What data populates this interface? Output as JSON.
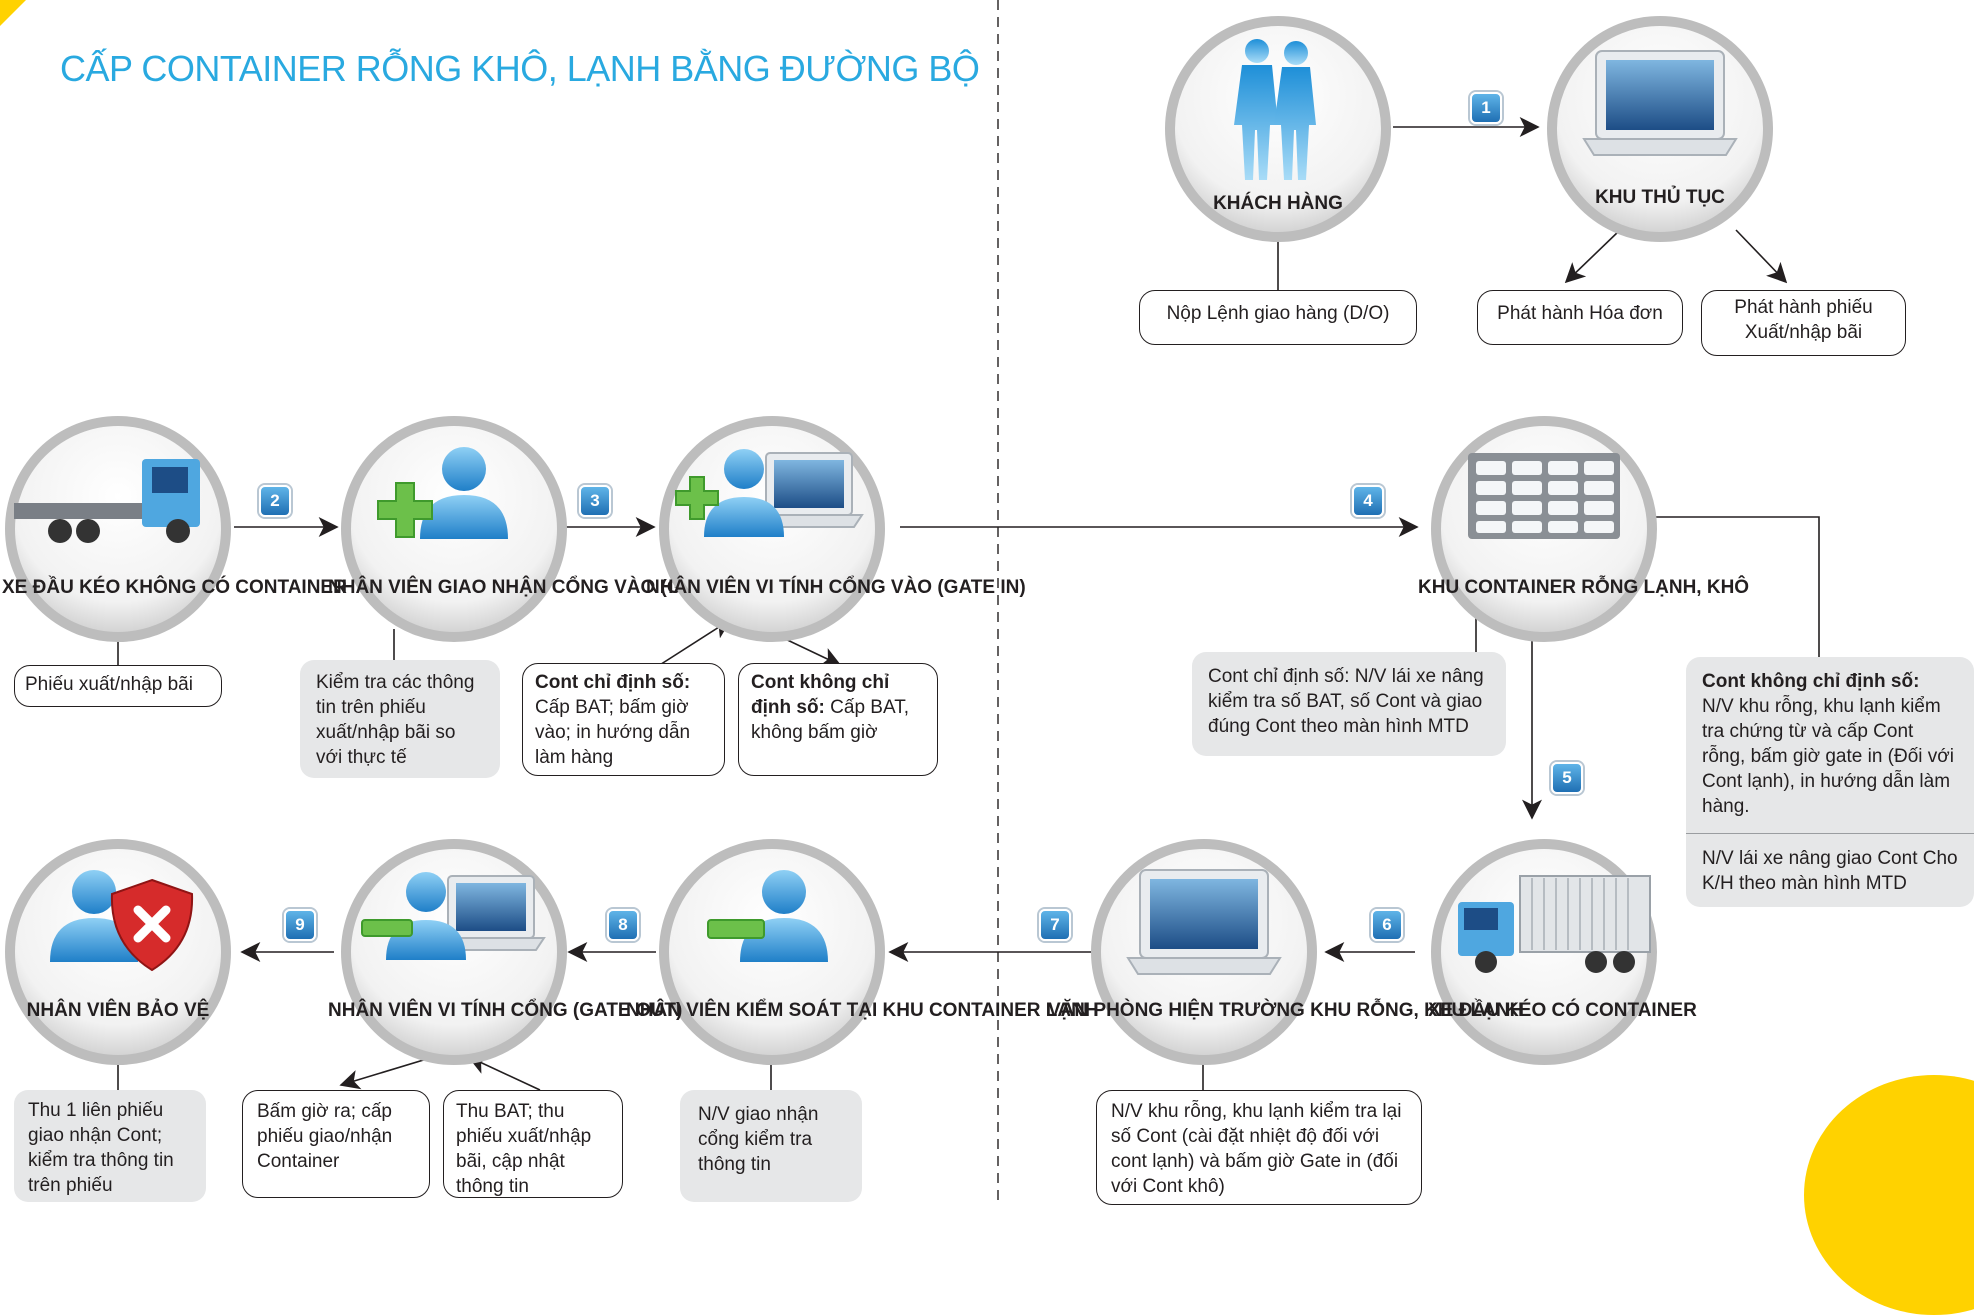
{
  "title": "CẤP CONTAINER RỖNG KHÔ, LẠNH BẰNG ĐƯỜNG BỘ",
  "colors": {
    "accent": "#29a9e0",
    "yellow": "#ffd200",
    "badge": "#1f6fb3",
    "gray_box": "#e6e7e8"
  },
  "nodes": {
    "customer": {
      "label": "KHÁCH HÀNG",
      "icon": "business-people-icon"
    },
    "procedure": {
      "label": "KHU THỦ TỤC",
      "icon": "laptop-icon"
    },
    "truck_empty": {
      "label": "XE ĐẦU KÉO KHÔNG CÓ CONTAINER",
      "icon": "truck-without-container-icon"
    },
    "gate_in_staff": {
      "label": "NHÂN VIÊN GIAO NHẬN CỔNG VÀO (GATE IN)",
      "icon": "user-add-icon"
    },
    "gate_in_computer": {
      "label": "NHÂN VIÊN VI TÍNH CỔNG VÀO (GATE IN)",
      "icon": "user-add-laptop-icon"
    },
    "empty_yard": {
      "label": "KHU CONTAINER RỖNG LẠNH, KHÔ",
      "icon": "container-grid-icon"
    },
    "truck_loaded": {
      "label": "XE ĐẦU KÉO CÓ CONTAINER",
      "icon": "truck-with-container-icon"
    },
    "field_office": {
      "label": "VĂN PHÒNG HIỆN TRƯỜNG KHU RỖNG, KHU LẠNH",
      "icon": "laptop-icon"
    },
    "reefer_control": {
      "label": "NHÂN VIÊN KIỂM SOÁT TẠI KHU CONTAINER LẠNH",
      "icon": "user-remove-icon"
    },
    "gate_out_computer": {
      "label": "NHÂN VIÊN VI TÍNH CỔNG (GATE OUT)",
      "icon": "user-remove-laptop-icon"
    },
    "security": {
      "label": "NHÂN VIÊN BẢO VỆ",
      "icon": "user-shield-icon"
    }
  },
  "steps": [
    "1",
    "2",
    "3",
    "4",
    "5",
    "6",
    "7",
    "8",
    "9"
  ],
  "notes": {
    "do_submit": "Nộp Lệnh giao hàng (D/O)",
    "invoice": "Phát hành Hóa đơn",
    "slip": "Phát hành phiếu Xuất/nhập bãi",
    "truck_slip": "Phiếu xuất/nhập bãi",
    "gate_check": "Kiểm tra các thông tin trên phiếu xuất/nhập bãi so với thực tế",
    "assigned_title": "Cont chỉ định số:",
    "assigned_text": "Cấp BAT; bấm giờ vào; in hướng dẫn làm hàng",
    "unassigned_title": "Cont không chỉ định số:",
    "unassigned_text": "Cấp BAT, không bấm giờ",
    "yard_assigned": "Cont chỉ định số: N/V lái xe nâng kiểm tra số BAT, số Cont và giao đúng Cont theo màn hình MTD",
    "yard_unassigned_title": "Cont không chỉ định số:",
    "yard_unassigned_text": "N/V khu rỗng, khu lạnh kiểm tra chứng từ và cấp Cont rỗng, bấm giờ gate in (Đối với Cont lạnh), in hướng dẫn làm hàng.",
    "forklift": "N/V lái xe nâng giao Cont Cho K/H theo màn hình MTD",
    "field_office_note": "N/V khu rỗng, khu lạnh kiểm tra lại số Cont (cài đặt nhiệt độ đối với cont lạnh) và bấm giờ Gate in (đối với Cont khô)",
    "reefer_note": "N/V giao nhận cổng kiểm tra thông tin",
    "gate_out_1": "Bấm giờ ra; cấp phiếu giao/nhận Container",
    "gate_out_2": "Thu BAT; thu phiếu xuất/nhập bãi, cập nhật thông tin",
    "security_note": "Thu 1 liên phiếu giao nhận Cont; kiểm tra thông tin trên phiếu"
  }
}
